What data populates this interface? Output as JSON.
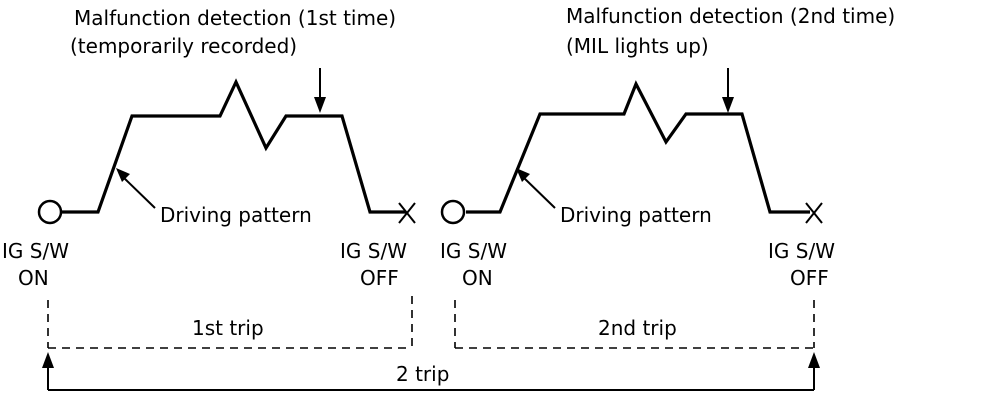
{
  "trip1": {
    "detection_line1": "Malfunction detection (1st time)",
    "detection_line2": "(temporarily recorded)",
    "pattern_label": "Driving pattern",
    "on_line1": "IG S/W",
    "on_line2": "ON",
    "off_line1": "IG S/W",
    "off_line2": "OFF",
    "trip_label": "1st trip"
  },
  "trip2": {
    "detection_line1": "Malfunction detection (2nd time)",
    "detection_line2": "(MIL lights up)",
    "pattern_label": "Driving pattern",
    "on_line1": "IG S/W",
    "on_line2": "ON",
    "off_line1": "IG S/W",
    "off_line2": "OFF",
    "trip_label": "2nd trip"
  },
  "total_label": "2 trip"
}
